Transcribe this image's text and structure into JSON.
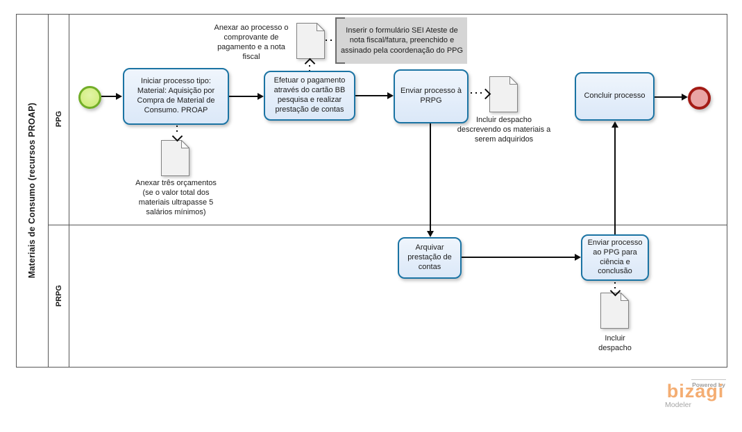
{
  "pool": {
    "title": "Materiais de Consumo (recursos PROAP)",
    "lanes": [
      {
        "label": "PPG"
      },
      {
        "label": "PRPG"
      }
    ]
  },
  "tasks": [
    {
      "id": "iniciar-processo",
      "label": "Iniciar processo tipo: Material: Aquisição por Compra de Material de Consumo. PROAP"
    },
    {
      "id": "efetuar-pagamento",
      "label": "Efetuar o pagamento através do cartão BB pesquisa e realizar prestação de contas"
    },
    {
      "id": "enviar-processo-prpg",
      "label": "Enviar processo à PRPG"
    },
    {
      "id": "concluir-processo",
      "label": "Concluir processo"
    },
    {
      "id": "arquivar-prestacao",
      "label": "Arquivar prestação de contas"
    },
    {
      "id": "enviar-processo-ppg",
      "label": "Enviar processo ao PPG para ciência e conclusão"
    }
  ],
  "documents": [
    {
      "label": "Anexar ao processo o comprovante de pagamento e a nota fiscal"
    },
    {
      "label": "Anexar três orçamentos (se o valor total dos materiais ultrapasse 5 salários mínimos)"
    },
    {
      "label": "Incluir despacho descrevendo os materiais a serem adquiridos"
    },
    {
      "label": "Incluir despacho"
    }
  ],
  "annotation": {
    "text": "Inserir o formulário SEI Ateste de nota fiscal/fatura, preenchido e assinado pela coordenação do PPG"
  },
  "events": {
    "start": "start-event",
    "end": "end-event"
  },
  "branding": {
    "powered_by": "Powered by",
    "brand": "bizagi",
    "product": "Modeler"
  },
  "colors": {
    "task_fill": "#e7effa",
    "task_border": "#1a73a3",
    "start_fill": "#d3ee86",
    "start_border": "#72ae28",
    "end_fill": "#e9a5a5",
    "end_border": "#a31b15",
    "document_fill": "#f1f1f1",
    "document_border": "#828282",
    "annotation_fill": "#d5d5d5",
    "pool_border": "#565656",
    "flow_color": "#0d0d0d",
    "brand_orange": "#f4ad72",
    "brand_gray": "#a0a0a0"
  }
}
